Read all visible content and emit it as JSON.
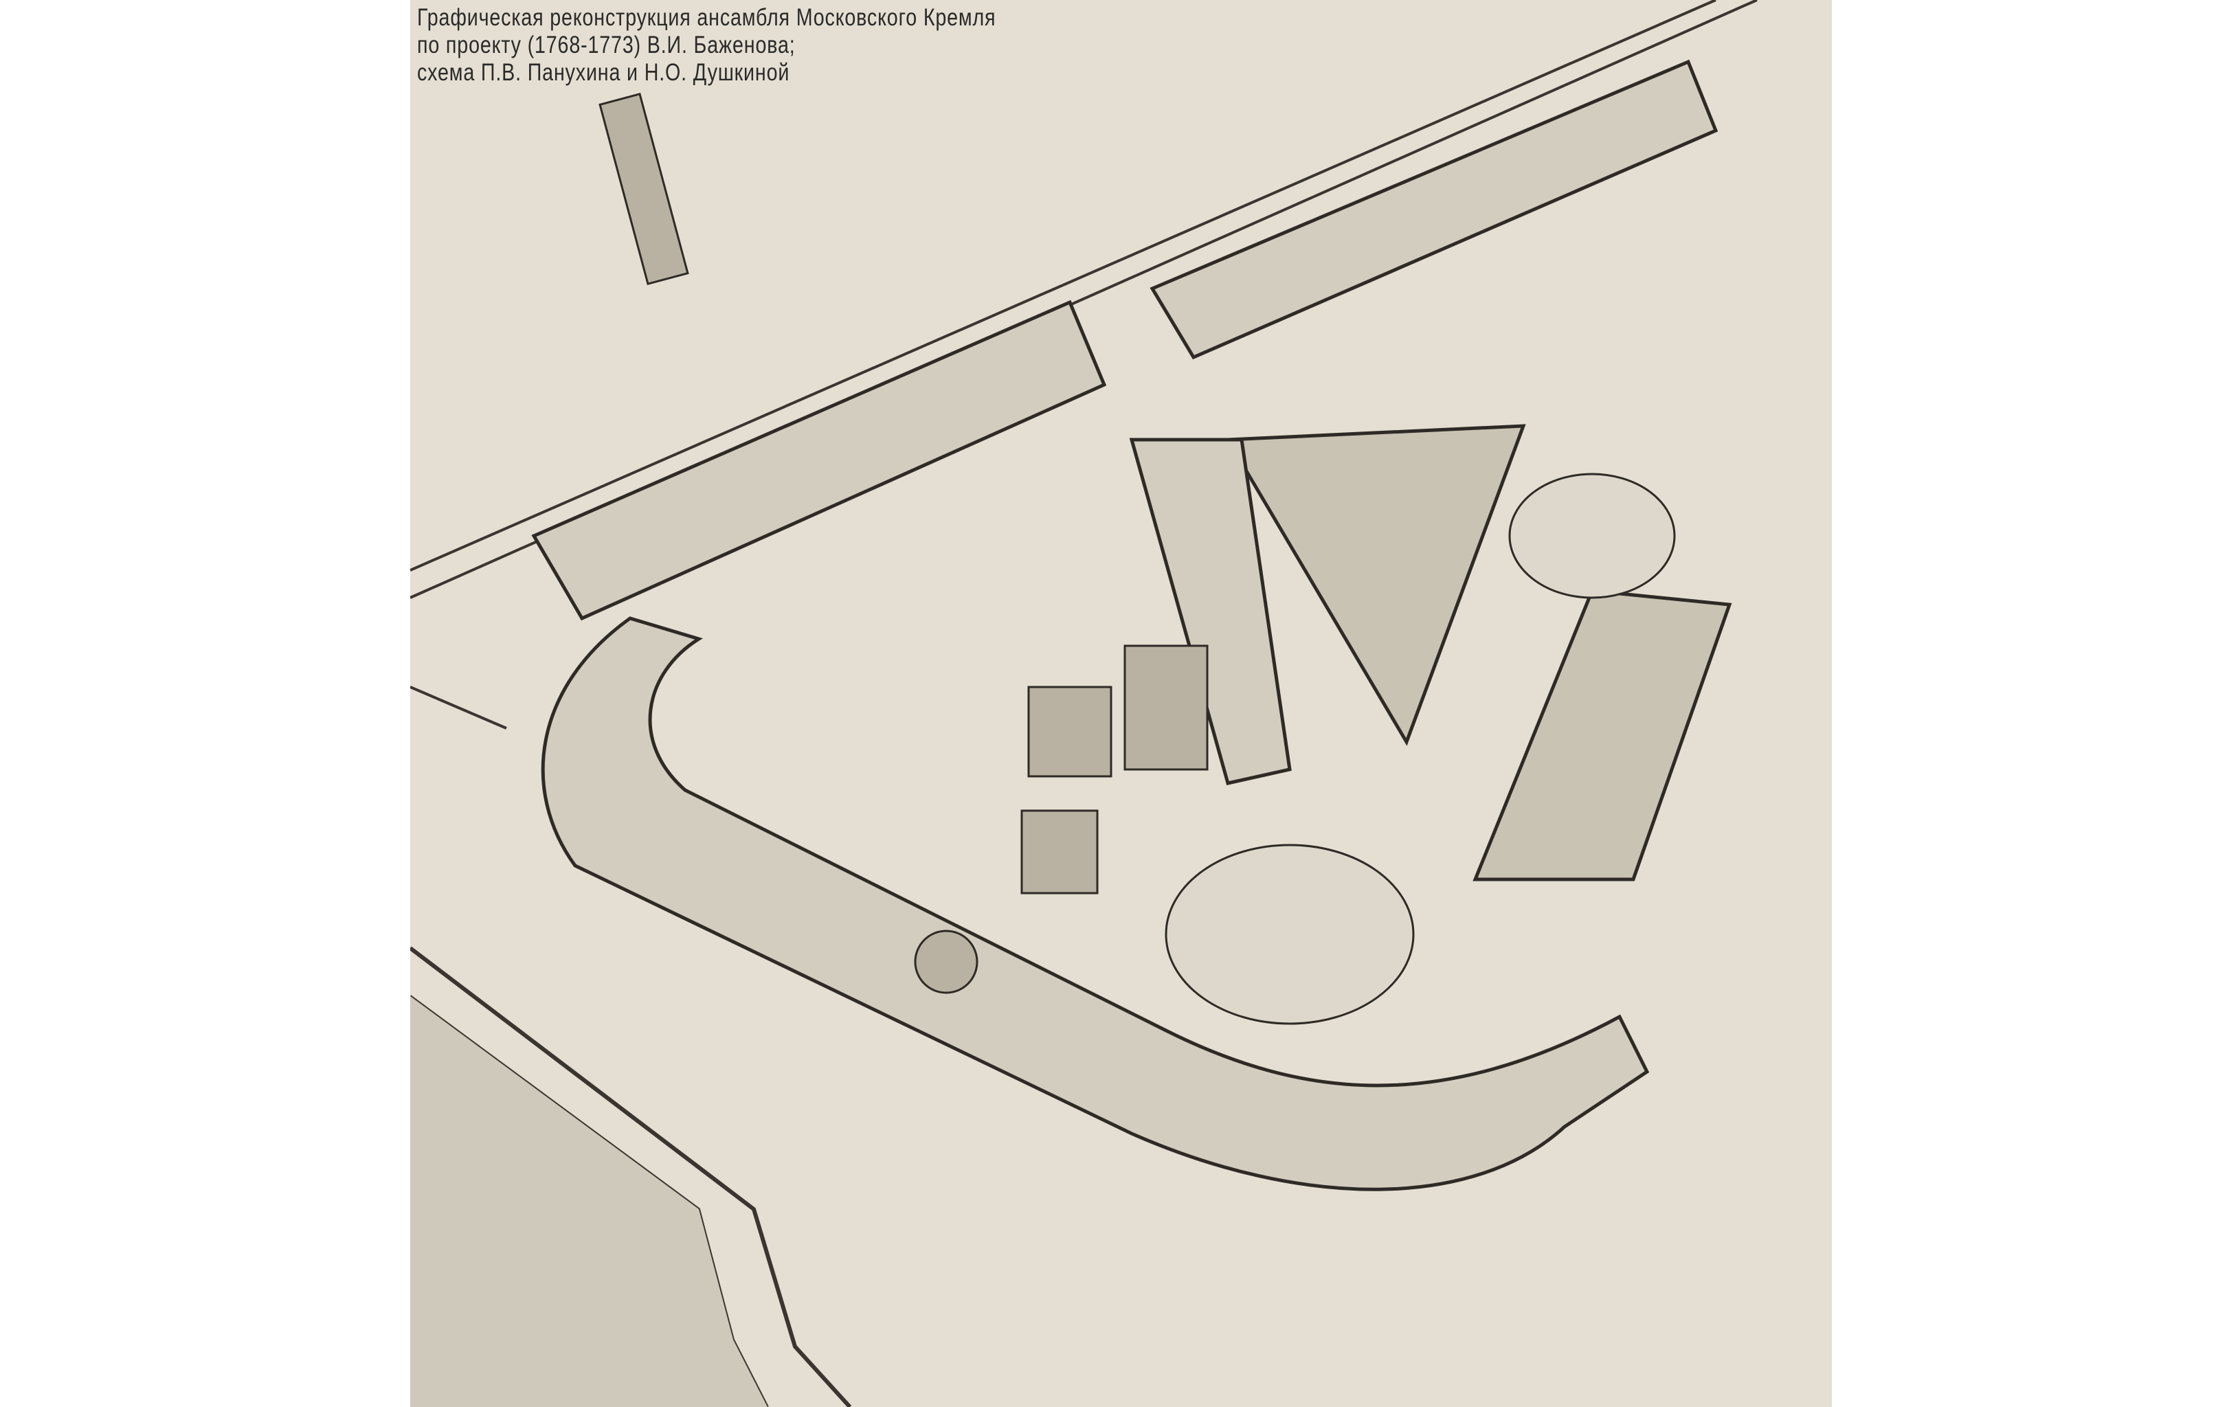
{
  "caption": {
    "line1": "Графическая реконструкция ансамбля Московского Кремля",
    "line2": "по проекту (1768-1773) В.И. Баженова;",
    "line3": "схема П.В. Панухина и Н.О. Душкиной"
  }
}
